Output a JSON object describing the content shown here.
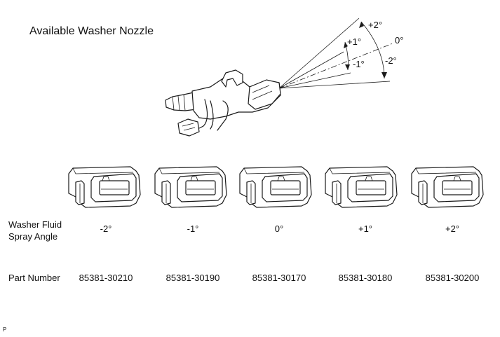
{
  "title": "Available Washer Nozzle",
  "angle_labels": {
    "plus2": "+2°",
    "plus1": "+1°",
    "zero": "0°",
    "minus1": "-1°",
    "minus2": "-2°"
  },
  "rows": {
    "spray_label_line1": "Washer Fluid",
    "spray_label_line2": "Spray Angle",
    "part_label": "Part Number"
  },
  "nozzles": [
    {
      "angle": "-2°",
      "part": "85381-30210"
    },
    {
      "angle": "-1°",
      "part": "85381-30190"
    },
    {
      "angle": "0°",
      "part": "85381-30170"
    },
    {
      "angle": "+1°",
      "part": "85381-30180"
    },
    {
      "angle": "+2°",
      "part": "85381-30200"
    }
  ],
  "corner_mark": "P"
}
